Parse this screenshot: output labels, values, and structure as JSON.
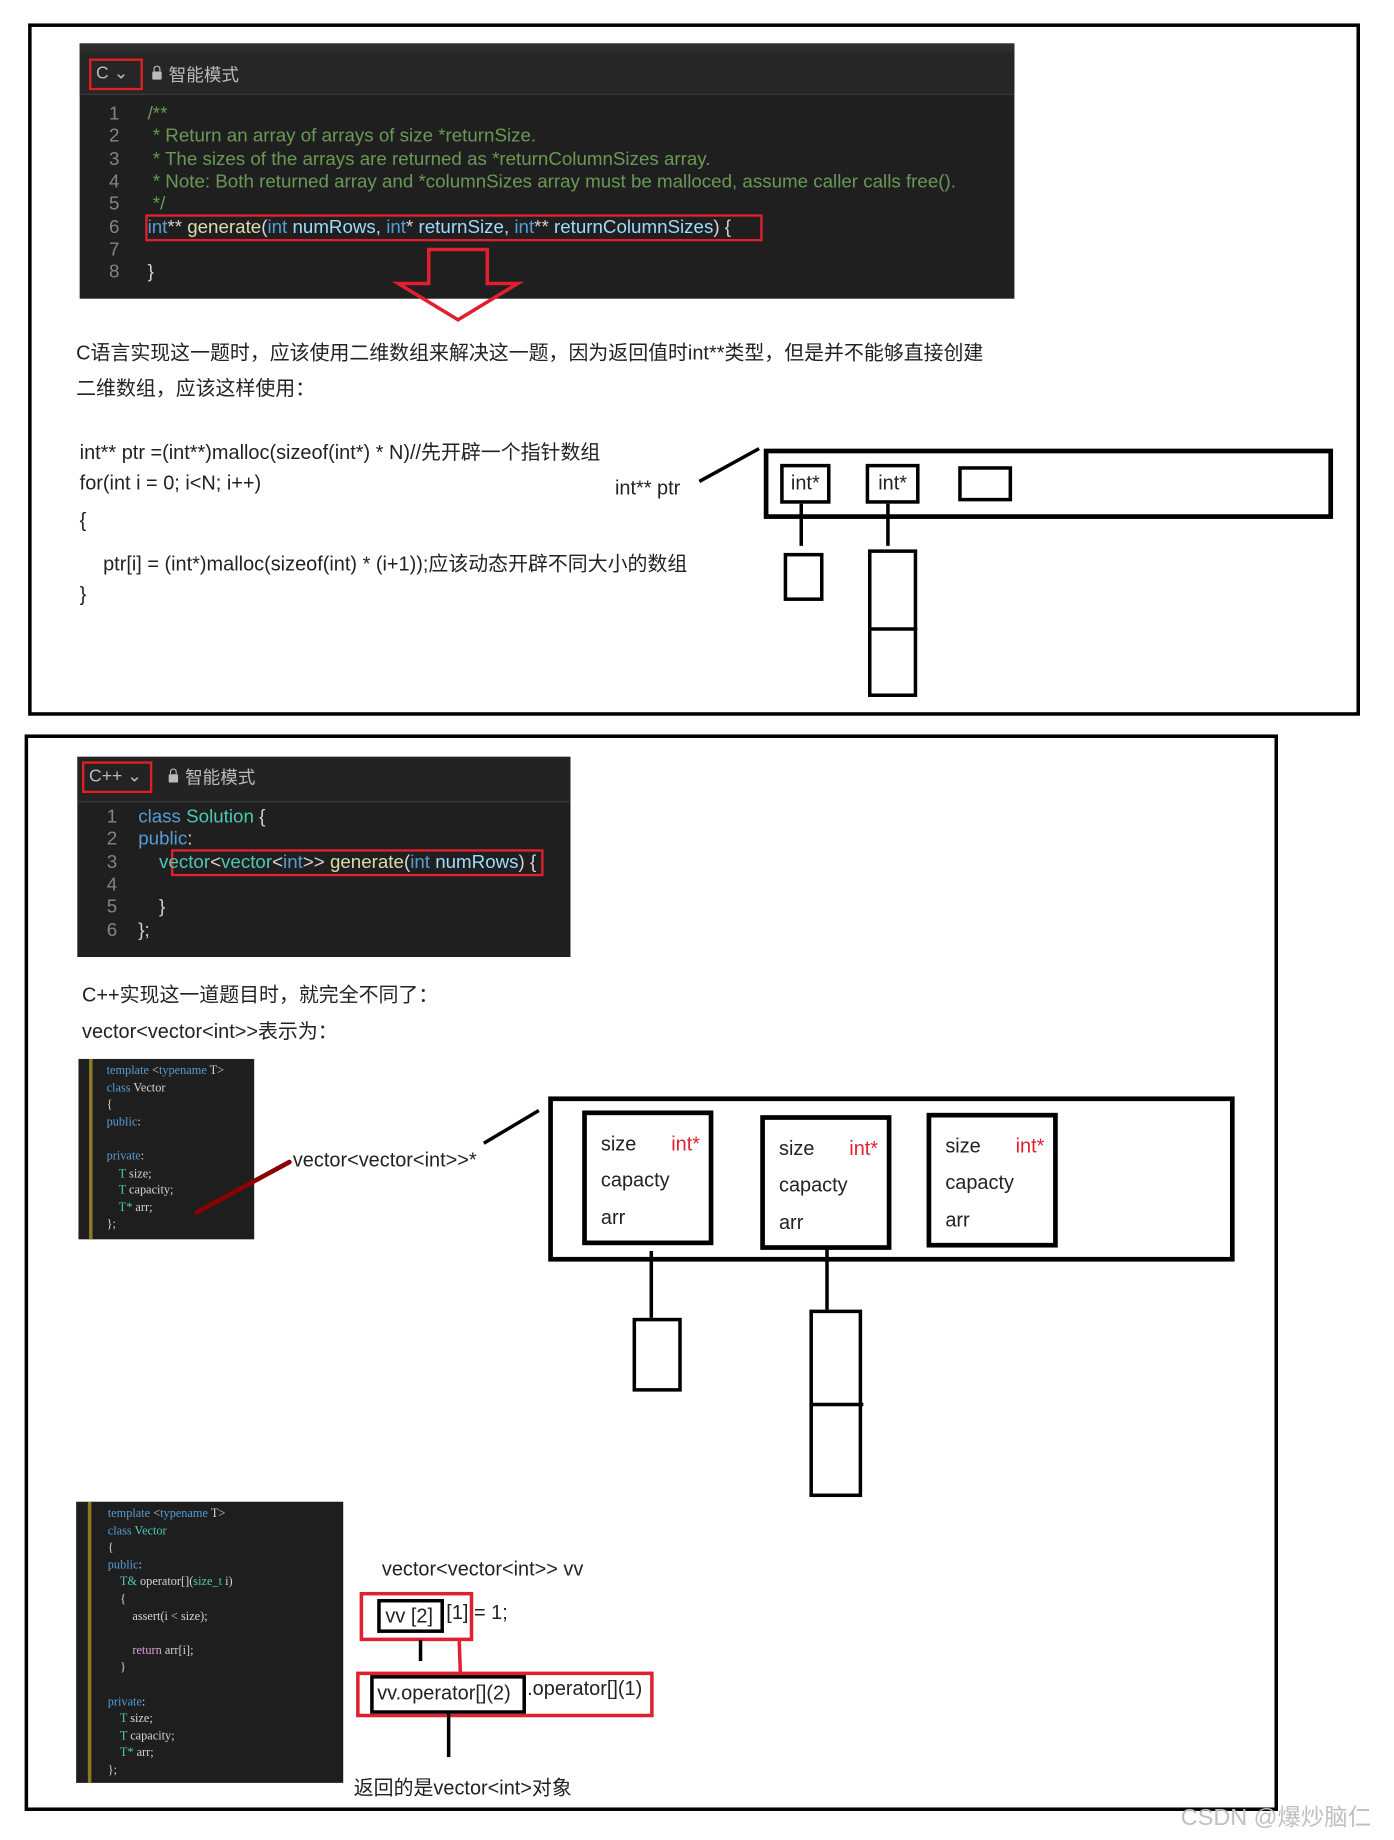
{
  "c_section": {
    "editor": {
      "language": "C",
      "mode_label": "智能模式",
      "lines": [
        {
          "num": "1",
          "tokens": [
            [
              "/**",
              "c"
            ]
          ]
        },
        {
          "num": "2",
          "tokens": [
            [
              " * Return an array of arrays of size *returnSize.",
              "c"
            ]
          ]
        },
        {
          "num": "3",
          "tokens": [
            [
              " * The sizes of the arrays are returned as *returnColumnSizes array.",
              "c"
            ]
          ]
        },
        {
          "num": "4",
          "tokens": [
            [
              " * Note: Both returned array and *columnSizes array must be malloced, assume caller calls free().",
              "c"
            ]
          ]
        },
        {
          "num": "5",
          "tokens": [
            [
              " */",
              "c"
            ]
          ]
        },
        {
          "num": "6",
          "tokens": [
            [
              "int",
              "k"
            ],
            [
              "** ",
              "n"
            ],
            [
              "generate",
              "f"
            ],
            [
              "(",
              "n"
            ],
            [
              "int",
              "k"
            ],
            [
              " ",
              "n"
            ],
            [
              "numRows",
              "p"
            ],
            [
              ", ",
              "n"
            ],
            [
              "int",
              "k"
            ],
            [
              "* ",
              "n"
            ],
            [
              "returnSize",
              "p"
            ],
            [
              ", ",
              "n"
            ],
            [
              "int",
              "k"
            ],
            [
              "** ",
              "n"
            ],
            [
              "returnColumnSizes",
              "p"
            ],
            [
              ") {",
              "n"
            ]
          ]
        },
        {
          "num": "7",
          "tokens": []
        },
        {
          "num": "8",
          "tokens": [
            [
              "}",
              "n"
            ]
          ]
        }
      ]
    },
    "explanation": [
      "C语言实现这一题时，应该使用二维数组来解决这一题，因为返回值时int**类型，但是并不能够直接创建",
      "二维数组，应该这样使用："
    ],
    "snippet": [
      "int** ptr =(int**)malloc(sizeof(int*) * N)//先开辟一个指针数组",
      "for(int i = 0; i<N; i++)",
      "{",
      "ptr[i] = (int*)malloc(sizeof(int) * (i+1));应该动态开辟不同大小的数组",
      "}"
    ],
    "diagram": {
      "ptr_label": "int** ptr",
      "cells": [
        "int*",
        "int*",
        ""
      ]
    }
  },
  "cpp_section": {
    "editor": {
      "language": "C++",
      "mode_label": "智能模式",
      "lines": [
        {
          "num": "1",
          "tokens": [
            [
              "class",
              "k"
            ],
            [
              " ",
              "n"
            ],
            [
              "Solution",
              "t"
            ],
            [
              " {",
              "n"
            ]
          ]
        },
        {
          "num": "2",
          "tokens": [
            [
              "public",
              "k"
            ],
            [
              ":",
              "n"
            ]
          ]
        },
        {
          "num": "3",
          "tokens": [
            [
              "    ",
              "n"
            ],
            [
              "vector",
              "t"
            ],
            [
              "<",
              "n"
            ],
            [
              "vector",
              "t"
            ],
            [
              "<",
              "n"
            ],
            [
              "int",
              "k"
            ],
            [
              ">> ",
              "n"
            ],
            [
              "generate",
              "f"
            ],
            [
              "(",
              "n"
            ],
            [
              "int",
              "k"
            ],
            [
              " ",
              "n"
            ],
            [
              "numRows",
              "p"
            ],
            [
              ") {",
              "n"
            ]
          ]
        },
        {
          "num": "4",
          "tokens": []
        },
        {
          "num": "5",
          "tokens": [
            [
              "    }",
              "n"
            ]
          ]
        },
        {
          "num": "6",
          "tokens": [
            [
              "};",
              "n"
            ]
          ]
        }
      ]
    },
    "explanation": [
      "C++实现这一道题目时，就完全不同了：",
      "vector<vector<int>>表示为："
    ],
    "template_code_1": [
      [
        [
          "template",
          "k"
        ],
        [
          " <",
          "n"
        ],
        [
          "typename",
          "k"
        ],
        [
          " T>",
          "n"
        ]
      ],
      [
        [
          "class",
          "k"
        ],
        [
          " Vector",
          "n"
        ]
      ],
      [
        [
          "{",
          "n"
        ]
      ],
      [
        [
          "public",
          "k"
        ],
        [
          ":",
          "n"
        ]
      ],
      [
        [
          "",
          "n"
        ]
      ],
      [
        [
          "private",
          "k"
        ],
        [
          ":",
          "n"
        ]
      ],
      [
        [
          "    T",
          "t"
        ],
        [
          " size;",
          "n"
        ]
      ],
      [
        [
          "    T",
          "t"
        ],
        [
          " capacity;",
          "n"
        ]
      ],
      [
        [
          "    T*",
          "t"
        ],
        [
          " arr;",
          "n"
        ]
      ],
      [
        [
          "};",
          "n"
        ]
      ]
    ],
    "pointer_label": "vector<vector<int>>*",
    "objects": [
      {
        "size": "size",
        "type": "int*",
        "capacity": "capacty",
        "arr": "arr"
      },
      {
        "size": "size",
        "type": "int*",
        "capacity": "capacty",
        "arr": "arr"
      },
      {
        "size": "size",
        "type": "int*",
        "capacity": "capacty",
        "arr": "arr"
      }
    ],
    "template_code_2": [
      [
        [
          "template",
          "k"
        ],
        [
          " <",
          "n"
        ],
        [
          "typename",
          "k"
        ],
        [
          " T>",
          "n"
        ]
      ],
      [
        [
          "class",
          "k"
        ],
        [
          " Vector",
          "t"
        ]
      ],
      [
        [
          "{",
          "n"
        ]
      ],
      [
        [
          "public",
          "k"
        ],
        [
          ":",
          "n"
        ]
      ],
      [
        [
          "    T&",
          "t"
        ],
        [
          " operator",
          "n"
        ],
        [
          "[]",
          "n"
        ],
        [
          "(",
          "n"
        ],
        [
          "size_t",
          "t"
        ],
        [
          " i)",
          "n"
        ]
      ],
      [
        [
          "    {",
          "n"
        ]
      ],
      [
        [
          "        assert",
          "n"
        ],
        [
          "(i < size);",
          "n"
        ]
      ],
      [
        [
          "",
          "n"
        ]
      ],
      [
        [
          "        return",
          "s"
        ],
        [
          " arr[i];",
          "n"
        ]
      ],
      [
        [
          "    }",
          "n"
        ]
      ],
      [
        [
          "",
          "n"
        ]
      ],
      [
        [
          "private",
          "k"
        ],
        [
          ":",
          "n"
        ]
      ],
      [
        [
          "    T",
          "t"
        ],
        [
          " size;",
          "n"
        ]
      ],
      [
        [
          "    T",
          "t"
        ],
        [
          " capacity;",
          "n"
        ]
      ],
      [
        [
          "    T*",
          "t"
        ],
        [
          " arr;",
          "n"
        ]
      ],
      [
        [
          "};",
          "n"
        ]
      ]
    ],
    "operator": {
      "declaration": "vector<vector<int>> vv",
      "expr_inner": "vv [2]",
      "expr_rest": "[1] = 1;",
      "call_inner": "vv.operator[](2)",
      "call_rest": ".operator[](1)",
      "note": "返回的是vector<int>对象"
    }
  },
  "watermark": "CSDN @爆炒脑仁",
  "colors": {
    "accent_red": "#e02030",
    "editor_bg": "#1f1f1f",
    "arrow_line": "#8b0000"
  }
}
